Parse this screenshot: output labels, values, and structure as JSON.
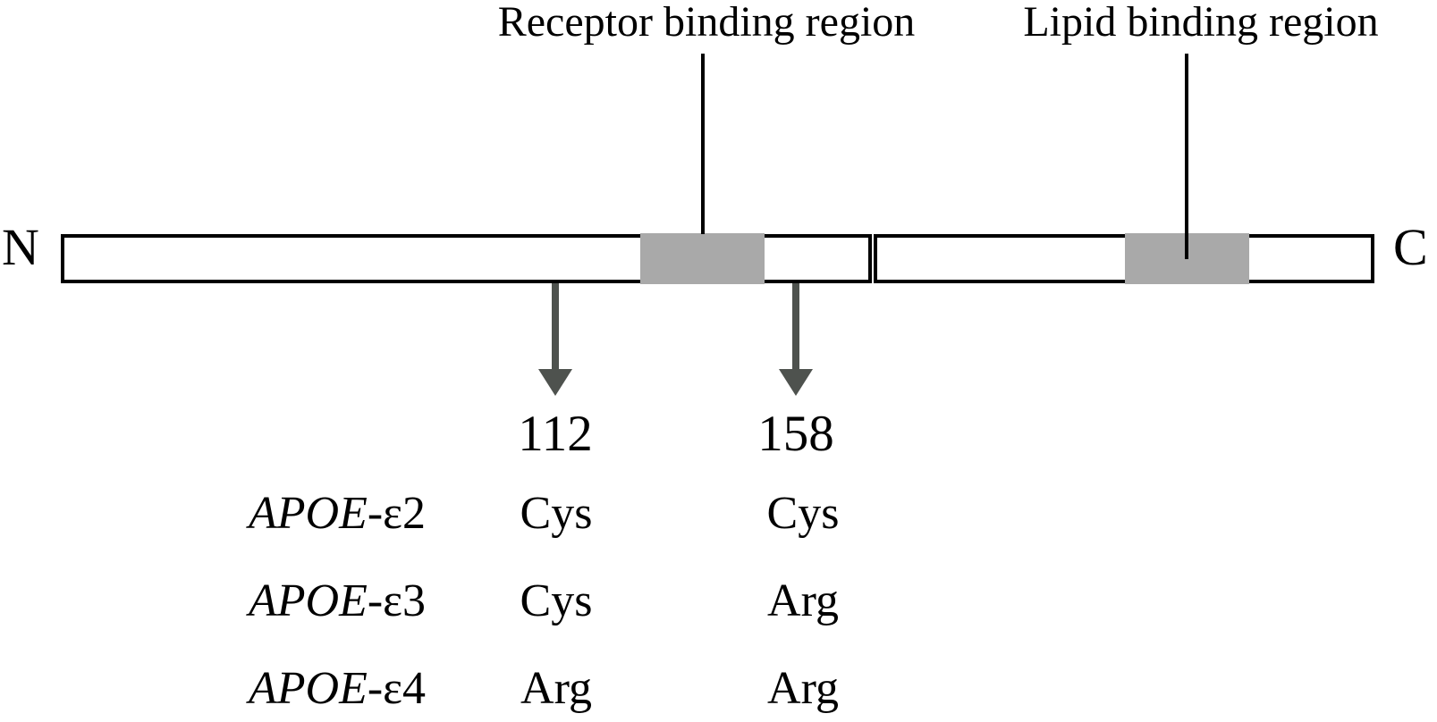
{
  "diagram": {
    "receptor_binding_label": "Receptor binding region",
    "lipid_binding_label": "Lipid binding region",
    "n_terminus": "N",
    "c_terminus": "C",
    "residue_positions": {
      "p112": "112",
      "p158": "158"
    },
    "colors": {
      "region_fill": "#a9a9a9",
      "arrow": "#4e524e",
      "outline": "#000000",
      "background": "#ffffff"
    }
  },
  "isoform_table": {
    "rows": [
      {
        "gene": "APOE",
        "allele": "-ε2",
        "residue_112": "Cys",
        "residue_158": "Cys"
      },
      {
        "gene": "APOE",
        "allele": "-ε3",
        "residue_112": "Cys",
        "residue_158": "Arg"
      },
      {
        "gene": "APOE",
        "allele": "-ε4",
        "residue_112": "Arg",
        "residue_158": "Arg"
      }
    ]
  }
}
